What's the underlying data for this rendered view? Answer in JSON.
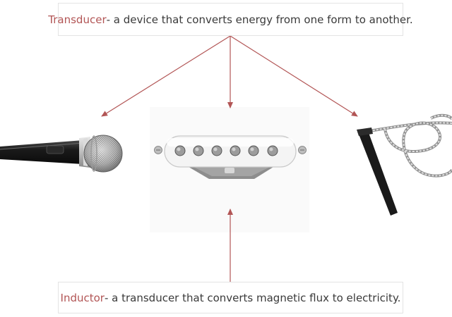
{
  "definitions": {
    "transducer": {
      "term": "Transducer",
      "text": " - a device that converts energy from one form to another."
    },
    "inductor": {
      "term": "Inductor",
      "text": " - a transducer that converts magnetic flux to electricity."
    }
  },
  "images": [
    {
      "name": "microphone",
      "icon": "microphone-icon"
    },
    {
      "name": "single-coil-pickup",
      "icon": "guitar-pickup-icon"
    },
    {
      "name": "piezo-pickup",
      "icon": "piezo-pickup-icon"
    }
  ],
  "colors": {
    "accent": "#b25555",
    "arrow": "#b25555",
    "text": "#3a3a3a",
    "border": "#e3e3e3"
  }
}
